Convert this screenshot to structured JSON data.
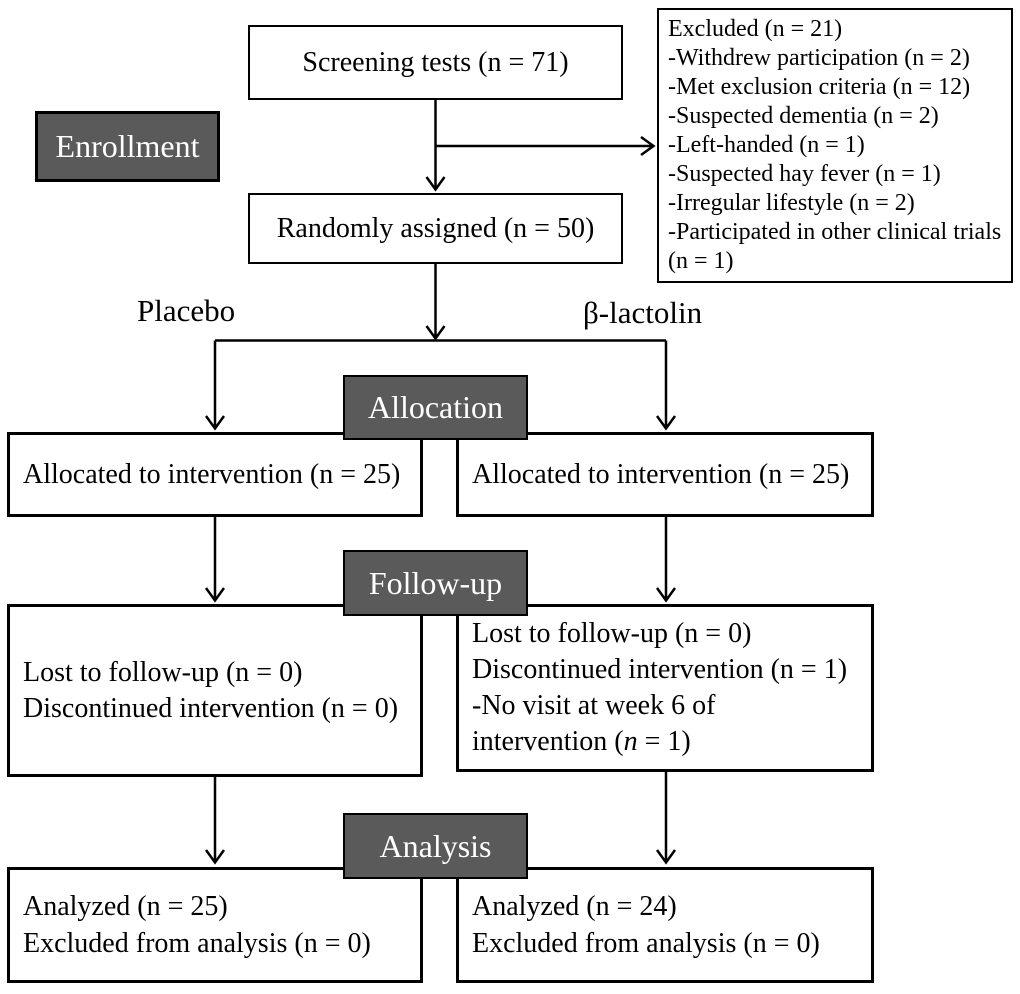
{
  "colors": {
    "band_bg": "#5a5a5a",
    "band_border": "#000000",
    "band_text": "#ffffff",
    "box_bg": "#ffffff",
    "box_border": "#000000",
    "line": "#000000"
  },
  "enrollment": {
    "band_label": "Enrollment",
    "screening_box": "Screening tests (n = 71)",
    "randomized_box": "Randomly assigned (n = 50)",
    "excluded_box": {
      "lines": [
        "Excluded (n = 21)",
        "-Withdrew participation (n = 2)",
        "-Met exclusion criteria (n = 12)",
        "-Suspected dementia (n = 2)",
        "-Left-handed (n = 1)",
        "-Suspected hay fever (n = 1)",
        "-Irregular lifestyle (n = 2)",
        "-Participated in other clinical trials (n = 1)"
      ]
    }
  },
  "arms": {
    "left_label": "Placebo",
    "right_label": "β-lactolin"
  },
  "allocation": {
    "band_label": "Allocation",
    "left_box": "Allocated to intervention (n = 25)",
    "right_box": "Allocated to intervention (n = 25)"
  },
  "followup": {
    "band_label": "Follow-up",
    "left_box": {
      "lines": [
        "Lost to follow-up (n = 0)",
        "Discontinued intervention (n = 0)"
      ]
    },
    "right_box": {
      "lines": [
        "Lost to follow-up (n = 0)",
        "Discontinued intervention (n = 1)",
        "-No visit at week 6 of"
      ],
      "last_line": {
        "pre": "intervention (",
        "italic_n": "n",
        "post": " = 1)"
      }
    }
  },
  "analysis": {
    "band_label": "Analysis",
    "left_box": {
      "lines": [
        "Analyzed (n = 25)",
        "Excluded from analysis (n = 0)"
      ]
    },
    "right_box": {
      "lines": [
        "Analyzed (n = 24)",
        "Excluded from analysis (n = 0)"
      ]
    }
  }
}
